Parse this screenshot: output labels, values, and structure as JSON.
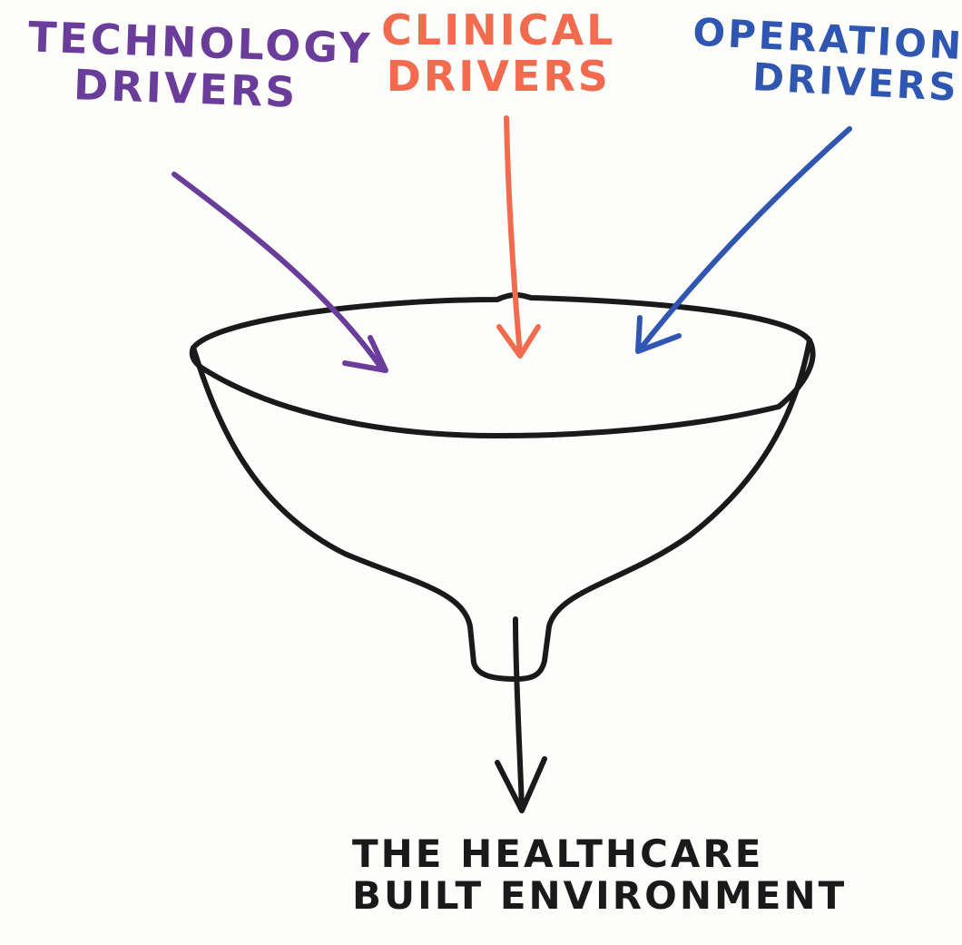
{
  "diagram": {
    "inputs": [
      {
        "id": "technology",
        "line1": "Technology",
        "line2": "Drivers",
        "color": "#6a3d9a"
      },
      {
        "id": "clinical",
        "line1": "Clinical",
        "line2": "Drivers",
        "color": "#f26b4f"
      },
      {
        "id": "operational",
        "line1": "Operational",
        "line2": "Drivers",
        "color": "#2f56b0"
      }
    ],
    "output": {
      "line1": "The Healthcare",
      "line2": "Built Environment",
      "color": "#1a1a1a"
    },
    "funnel_stroke": "#1a1a1a"
  }
}
